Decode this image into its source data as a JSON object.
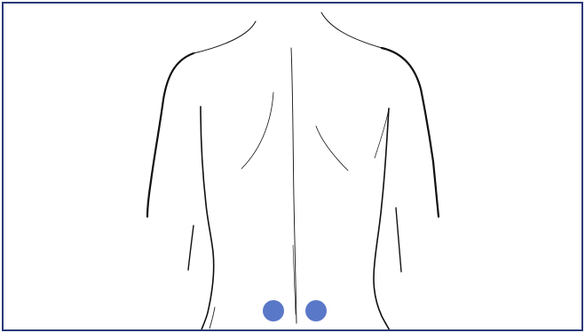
{
  "canvas": {
    "frame_color": "#2b3a7a"
  },
  "figure": {
    "icon": "human-back-outline",
    "line_color": "#111111"
  },
  "markers": [
    {
      "name": "left-lower-back-marker",
      "color": "#5a78c8"
    },
    {
      "name": "right-lower-back-marker",
      "color": "#5a78c8"
    }
  ]
}
